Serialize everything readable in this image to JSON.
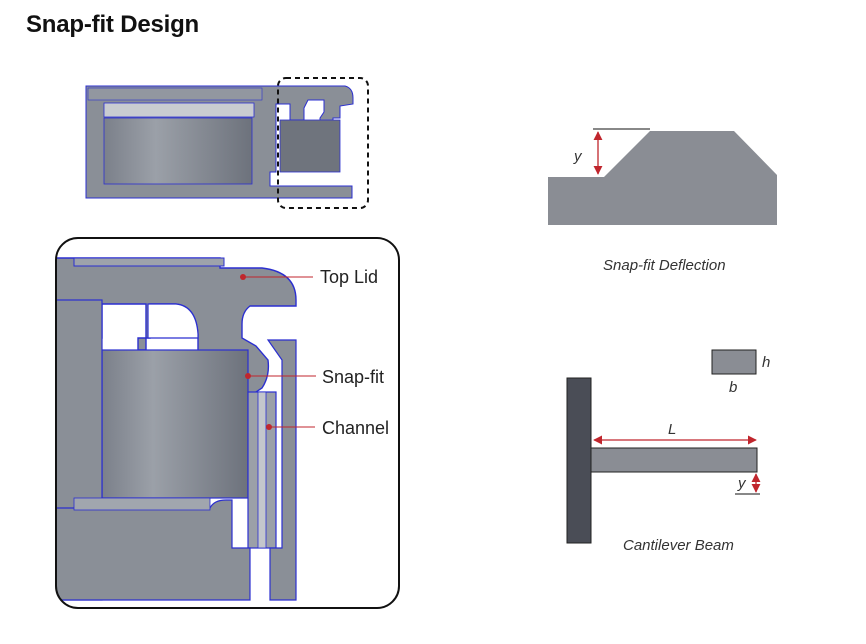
{
  "title": "Snap-fit Design",
  "callouts": {
    "top_lid": "Top Lid",
    "snap_fit": "Snap-fit",
    "channel": "Channel"
  },
  "deflection": {
    "caption": "Snap-fit Deflection",
    "y_label": "y"
  },
  "beam": {
    "caption": "Cantilever Beam",
    "length_label": "L",
    "deflection_label": "y",
    "section_height_label": "h",
    "section_width_label": "b"
  },
  "colors": {
    "part_fill": "#8a8f97",
    "part_outline": "#2b2fd0",
    "annotation_red": "#c0262d",
    "wall_dark": "#4a4d56",
    "beam_fill": "#8a8d94"
  }
}
